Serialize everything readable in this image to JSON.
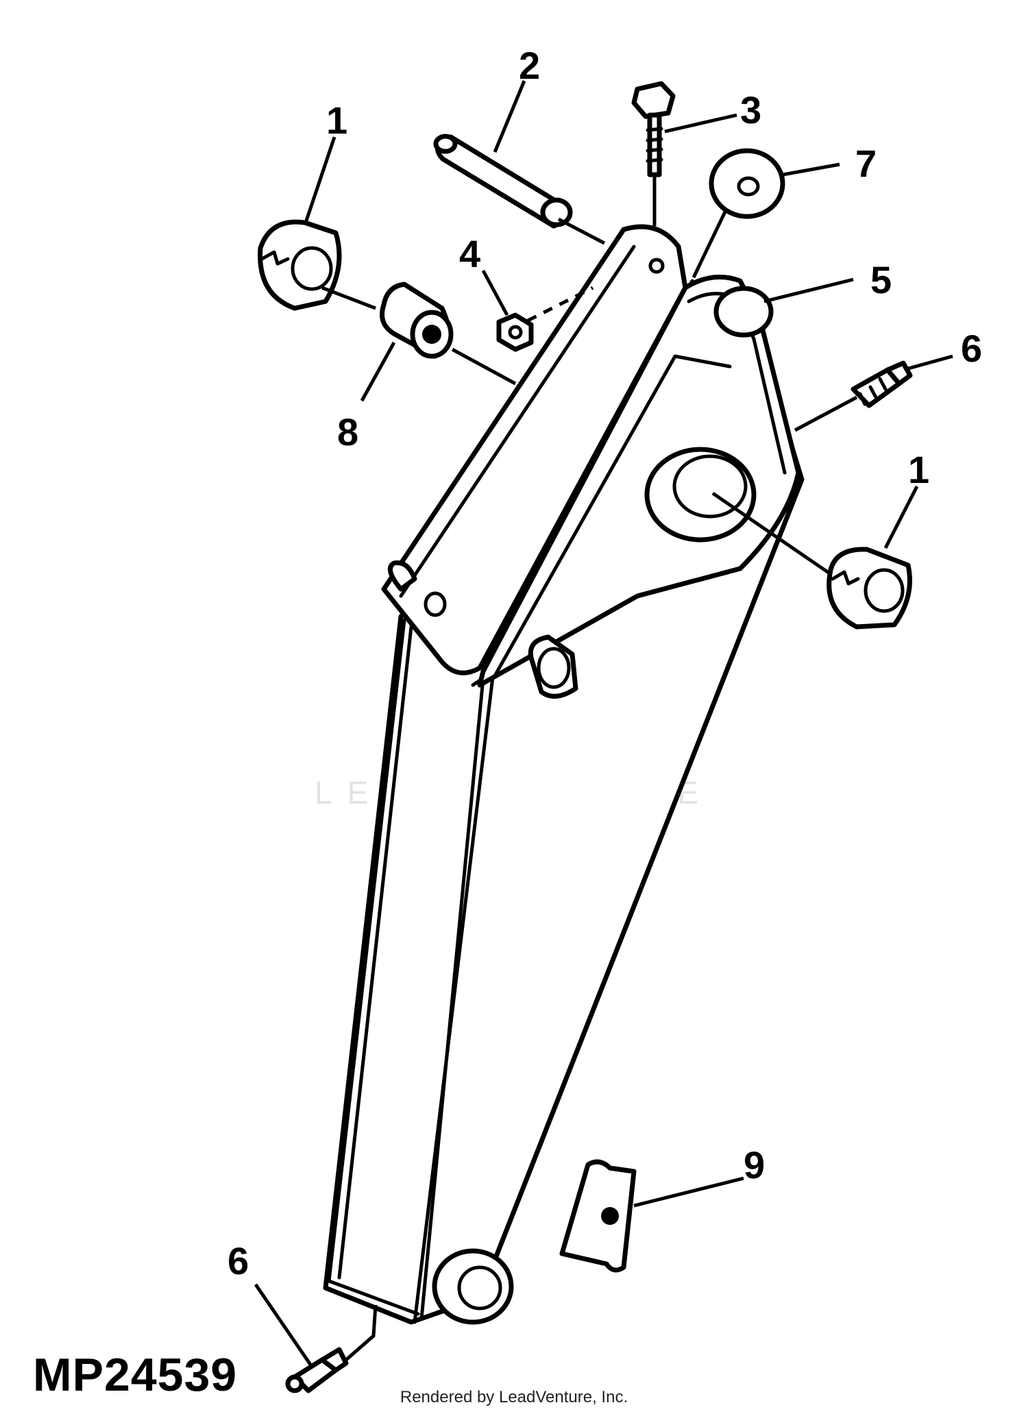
{
  "diagram_id": "MP24539",
  "footer_credit": "Rendered by LeadVenture, Inc.",
  "watermark_text": "LEADVENTURE",
  "callouts": {
    "c1_top": "1",
    "c2": "2",
    "c3": "3",
    "c4": "4",
    "c5": "5",
    "c6_right": "6",
    "c7": "7",
    "c8": "8",
    "c1_right": "1",
    "c9": "9",
    "c6_bottom": "6"
  },
  "colors": {
    "line": "#000000",
    "background": "#ffffff",
    "watermark": "#e2e2e2"
  }
}
